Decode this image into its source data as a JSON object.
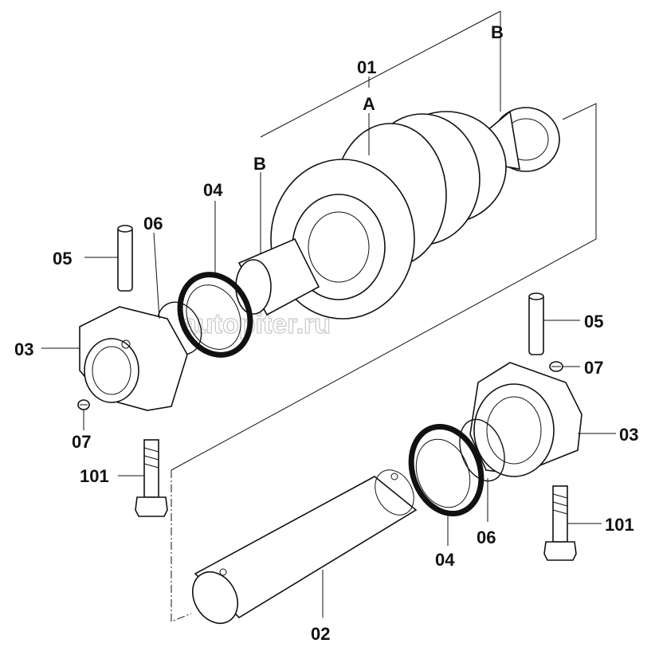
{
  "labels": {
    "p01": "01",
    "pA": "A",
    "pB_top": "B",
    "pB_left": "B",
    "p04_left": "04",
    "p06_left": "06",
    "p05_left": "05",
    "p03_left": "03",
    "p07_left": "07",
    "p101_left": "101",
    "p05_right": "05",
    "p07_right": "07",
    "p03_right": "03",
    "p101_right": "101",
    "p04_right": "04",
    "p06_right": "06",
    "p02": "02"
  },
  "watermark": "autopiter.ru"
}
